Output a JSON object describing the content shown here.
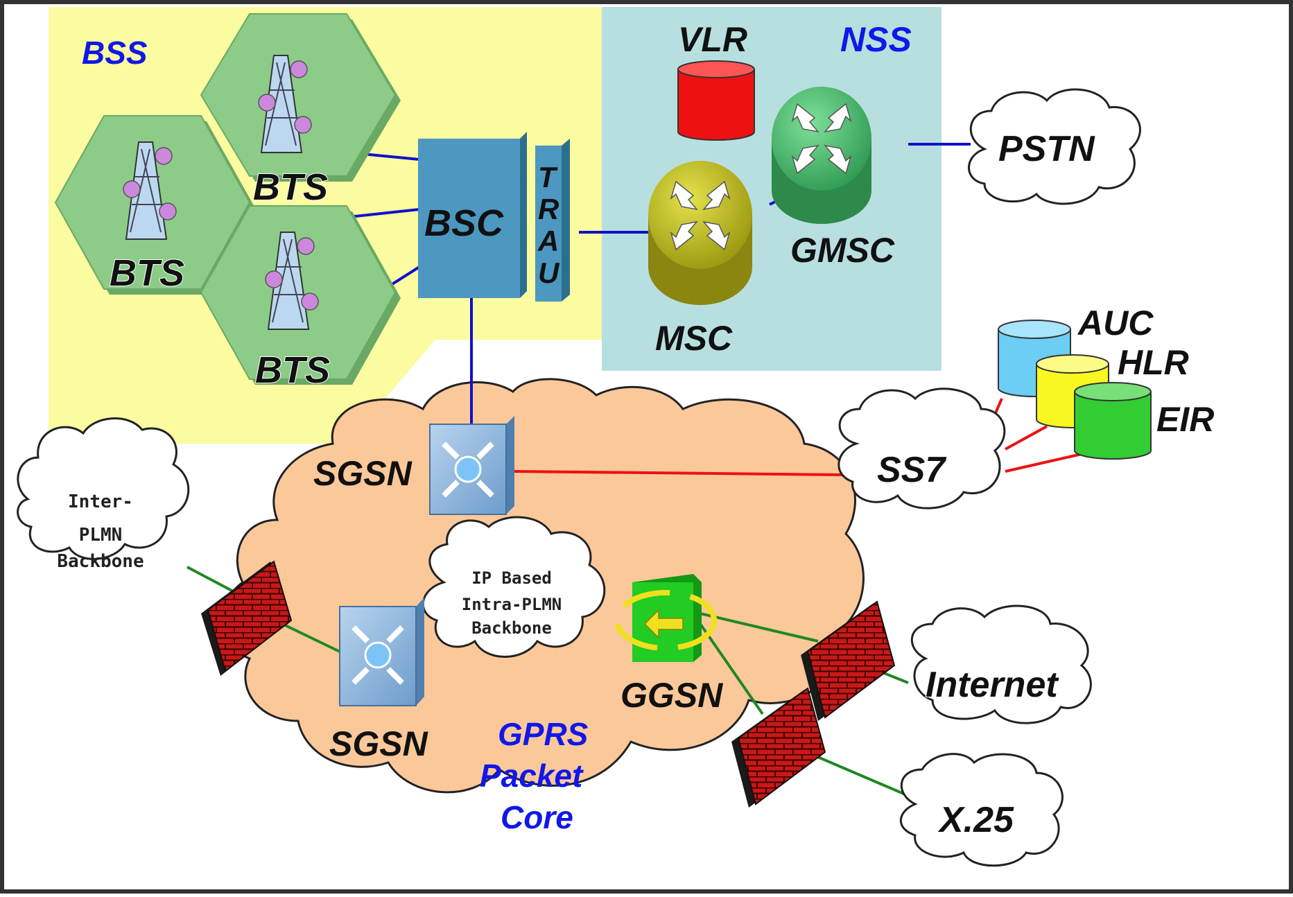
{
  "regions": {
    "bss": "BSS",
    "nss": "NSS",
    "gprs_line1": "GPRS",
    "gprs_line2": "Packet",
    "gprs_line3": "Core"
  },
  "nodes": {
    "bts_top": "BTS",
    "bts_left": "BTS",
    "bts_bottom": "BTS",
    "bsc": "BSC",
    "trau": [
      "T",
      "R",
      "A",
      "U"
    ],
    "vlr": "VLR",
    "msc": "MSC",
    "gmsc": "GMSC",
    "pstn": "PSTN",
    "auc": "AUC",
    "hlr": "HLR",
    "eir": "EIR",
    "ss7": "SS7",
    "sgsn_top": "SGSN",
    "sgsn_bottom": "SGSN",
    "ggsn": "GGSN",
    "internet": "Internet",
    "x25": "X.25"
  },
  "clouds": {
    "inter_plmn": [
      "Inter-",
      "PLMN",
      "Backbone"
    ],
    "intra_plmn": [
      "IP Based",
      "Intra-PLMN",
      "Backbone"
    ]
  },
  "colors": {
    "bss_bg": "#fbfba0",
    "nss_bg": "#b8dfe0",
    "gprs_cloud": "#fbc89a",
    "hex_cell": "#8ccc88",
    "bsc": "#4c98c0",
    "vlr": "#ee1111",
    "msc": "#c8c41c",
    "gmsc": "#44bb66",
    "auc": "#6ccdf5",
    "hlr": "#f8f820",
    "eir": "#33cc33",
    "firewall": "#c81818",
    "ggsn": "#22cc22",
    "link_blue": "#1010cc",
    "link_red": "#ee1111",
    "link_green": "#208820",
    "region_label": "#1018e8"
  },
  "icons": [
    "bts-tower-icon",
    "router-icon",
    "database-icon",
    "firewall-icon",
    "sgsn-switch-icon",
    "ggsn-gateway-icon",
    "cloud-icon"
  ]
}
